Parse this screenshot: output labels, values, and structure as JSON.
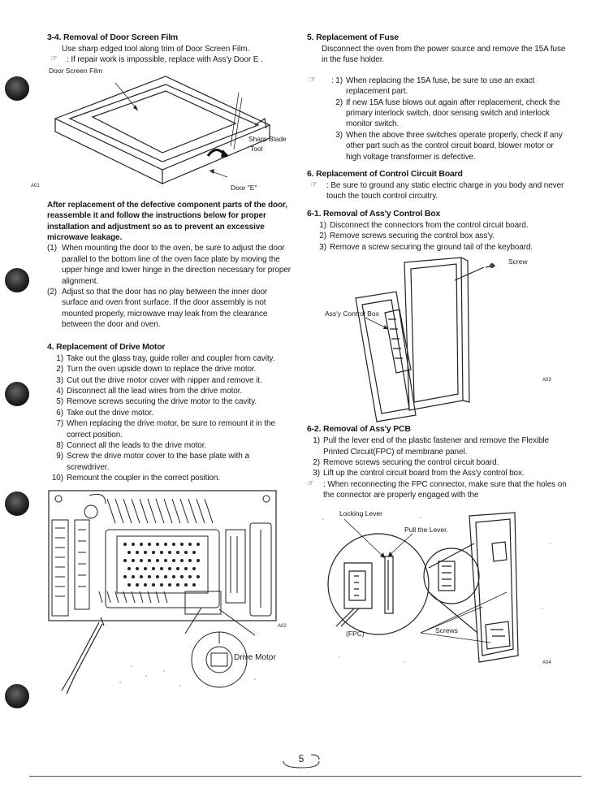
{
  "left": {
    "s34": {
      "title": "3-4. Removal of Door Screen Film",
      "body": "Use sharp edged tool along trim of Door Screen Film.",
      "note_mark": "☞",
      "note": ": If repair work is impossible, replace with Ass'y Door E ."
    },
    "fig1": {
      "film": "Door Screen Film",
      "blade1": "Sharp Blade",
      "blade2": "Tool",
      "door": "Door \"E\"",
      "code": "A01"
    },
    "after": {
      "bold": "After replacement of the defective component parts of the door, reassemble it and follow the instructions below for proper installation and adjustment so as to prevent an excessive microwave leakage.",
      "items": [
        {
          "n": "(1)",
          "t": "When mounting the door to the oven, be sure to adjust the door parallel to the bottom line of the oven face plate by moving the upper hinge and lower hinge in the direction necessary for proper alignment."
        },
        {
          "n": "(2)",
          "t": "Adjust so that the door has no play between the inner door surface and oven front surface. If the door assembly is not mounted properly, microwave may leak from the clearance between the door and oven."
        }
      ]
    },
    "s4": {
      "title": "4. Replacement of Drive Motor",
      "steps": [
        {
          "n": "1)",
          "t": "Take out the glass tray, guide roller and coupler from cavity."
        },
        {
          "n": "2)",
          "t": "Turn the oven upside down to replace the drive motor."
        },
        {
          "n": "3)",
          "t": "Cut out the drive motor cover with nipper and remove it."
        },
        {
          "n": "4)",
          "t": "Disconnect all the lead wires from the drive motor."
        },
        {
          "n": "5)",
          "t": "Remove screws securing the drive motor to the cavity."
        },
        {
          "n": "6)",
          "t": "Take out the drive motor."
        },
        {
          "n": "7)",
          "t": "When replacing the drive motor, be sure to remount it in the correct position."
        },
        {
          "n": "8)",
          "t": "Connect all the leads to the drive motor."
        },
        {
          "n": "9)",
          "t": "Screw the drive motor cover to the base plate with a screwdriver."
        },
        {
          "n": "10)",
          "t": "Remount the coupler in the correct position."
        }
      ]
    },
    "fig2": {
      "motor": "Drive Motor",
      "code": "A02"
    }
  },
  "right": {
    "s5": {
      "title": "5. Replacement of Fuse",
      "body": "Disconnect the oven from the power source and remove the 15A fuse in the fuse holder.",
      "note_mark": "☞",
      "notes": [
        {
          "n": ": 1)",
          "t": "When replacing the 15A fuse, be sure to use an exact replacement part."
        },
        {
          "n": "2)",
          "t": "If new 15A fuse blows out again after replacement, check the primary interlock switch, door sensing switch and interlock monitor switch."
        },
        {
          "n": "3)",
          "t": "When the above three switches operate properly, check if any other part such as the control circuit board, blower motor or high voltage transformer is defective."
        }
      ]
    },
    "s6": {
      "title": "6. Replacement of Control Circuit Board",
      "note_mark": "☞",
      "note": ": Be sure to ground any static electric charge in you body and never touch the touch control circuitry."
    },
    "s61": {
      "title": "6-1. Removal of Ass'y Control Box",
      "steps": [
        {
          "n": "1)",
          "t": "Disconnect the connectors from the control circuit board."
        },
        {
          "n": "2)",
          "t": "Remove screws securing the control box ass'y."
        },
        {
          "n": "3)",
          "t": "Remove a screw securing the ground tail of the keyboard."
        }
      ]
    },
    "fig3": {
      "screw": "Screw",
      "box": "Ass'y Control Box",
      "code": "A03"
    },
    "s62": {
      "title": "6-2. Removal of Ass'y PCB",
      "steps": [
        {
          "n": "1)",
          "t": "Pull the lever end of the plastic fastener and remove the Flexible Printed Circuit(FPC) of membrane panel."
        },
        {
          "n": "2)",
          "t": "Remove screws securing the control circuit board."
        },
        {
          "n": "3)",
          "t": "Lift up the control circuit board from the Ass'y control box."
        }
      ],
      "note_mark": "☞",
      "note": ": When reconnecting the FPC connector, make sure that the holes on the connector are properly engaged with the"
    },
    "fig4": {
      "lever": "Locking Lever",
      "pull": "Pull the Lever.",
      "fpc": "(FPC)",
      "screws": "Screws",
      "code": "A04"
    }
  },
  "page_number": "5"
}
